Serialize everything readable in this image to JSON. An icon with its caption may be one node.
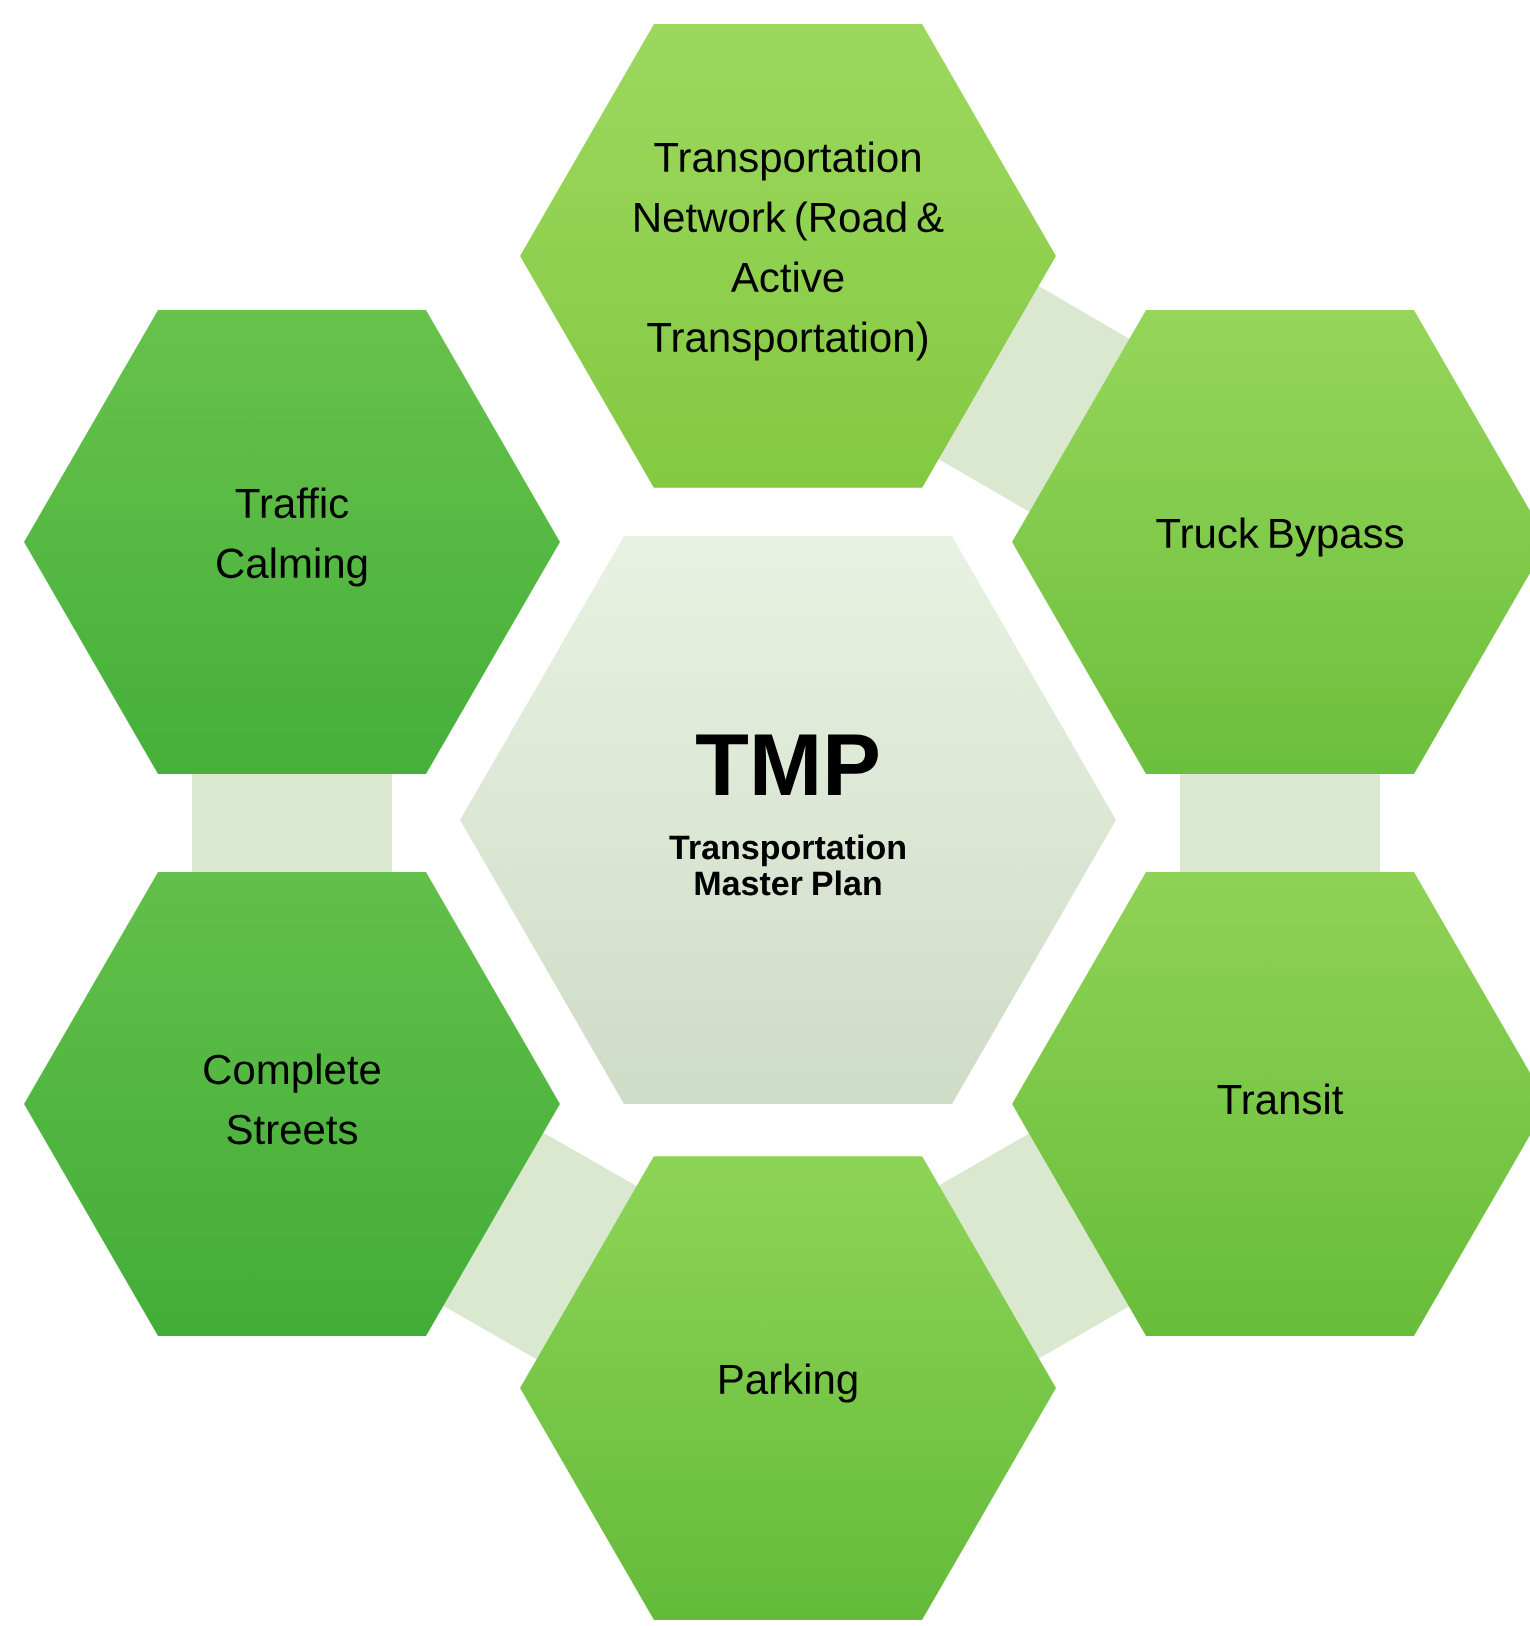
{
  "diagram": {
    "nodes": [
      {
        "text": [
          "Transportation Network (Road & Active Transportation)"
        ]
      },
      {
        "text": [
          "Traffic Calming"
        ]
      },
      {
        "text": [
          "Truck Bypass"
        ]
      },
      {
        "text": [
          "TMP",
          "Transportation Master Plan"
        ]
      },
      {
        "text": [
          "Complete Streets"
        ]
      },
      {
        "text": [
          "Transit"
        ]
      },
      {
        "text": [
          "Parking"
        ]
      }
    ]
  }
}
